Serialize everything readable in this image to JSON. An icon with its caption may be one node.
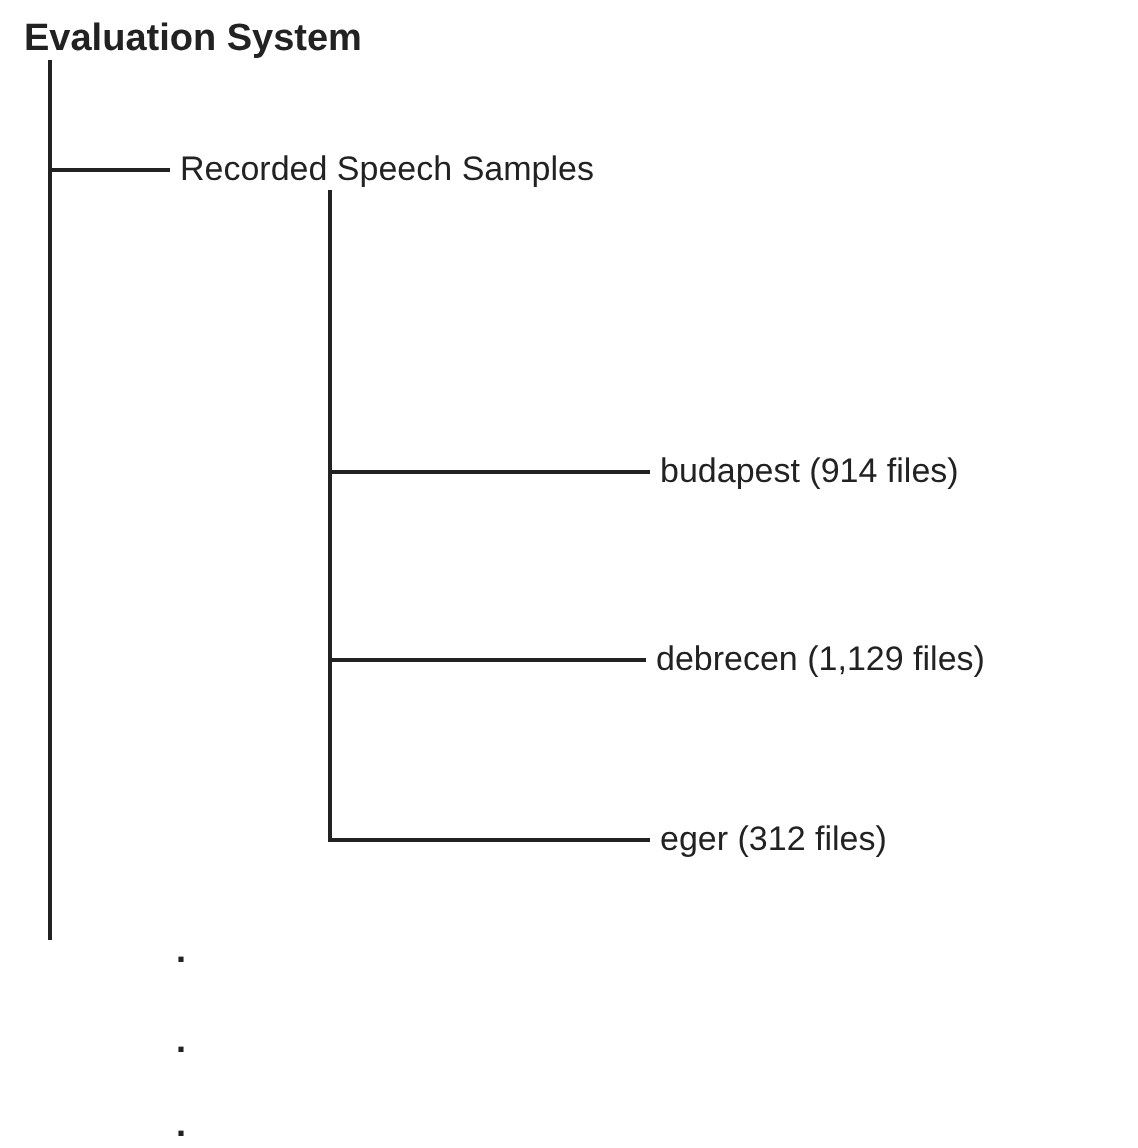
{
  "diagram": {
    "nodes": [
      {
        "text": [
          "Evaluation System"
        ]
      },
      {
        "text": [
          "Recorded Speech Samples"
        ]
      },
      {
        "text": [
          "budapest (914 files)"
        ]
      },
      {
        "text": [
          "debrecen (1,129 files)"
        ]
      },
      {
        "text": [
          "eger (312 files)"
        ]
      }
    ],
    "edges": [
      {
        "from": 0,
        "to": 1,
        "arrow": "none"
      },
      {
        "from": 1,
        "to": 2,
        "arrow": "none"
      },
      {
        "from": 1,
        "to": 3,
        "arrow": "none"
      },
      {
        "from": 1,
        "to": 4,
        "arrow": "none"
      }
    ],
    "labels": [
      ".",
      ".",
      "."
    ]
  }
}
